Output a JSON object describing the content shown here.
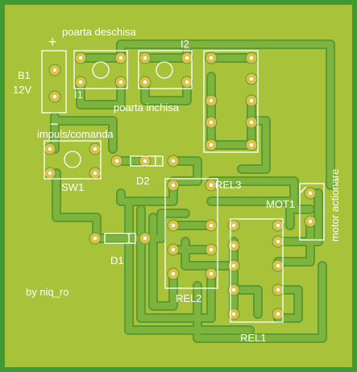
{
  "colors": {
    "board": "#a8c23a",
    "board_edge": "#3f9a34",
    "trace": "#7cb43e",
    "trace_edge": "#5e9a32",
    "pad": "#d8c24a",
    "hole": "#ffffff",
    "silk": "#ffffff"
  },
  "labels": {
    "plus": "+",
    "minus": "−",
    "b1": "B1",
    "v12": "12V",
    "poarta_deschisa": "poarta deschisa",
    "i2": "I2",
    "i1": "I1",
    "poarta_inchisa": "poarta inchisa",
    "impuls": "impuls/comanda",
    "sw1": "SW1",
    "d2": "D2",
    "rel3": "REL3",
    "mot1": "MOT1",
    "motor_actionare": "motor actionare",
    "d1": "D1",
    "rel2": "REL2",
    "rel1": "REL1",
    "author": "by niq_ro"
  }
}
